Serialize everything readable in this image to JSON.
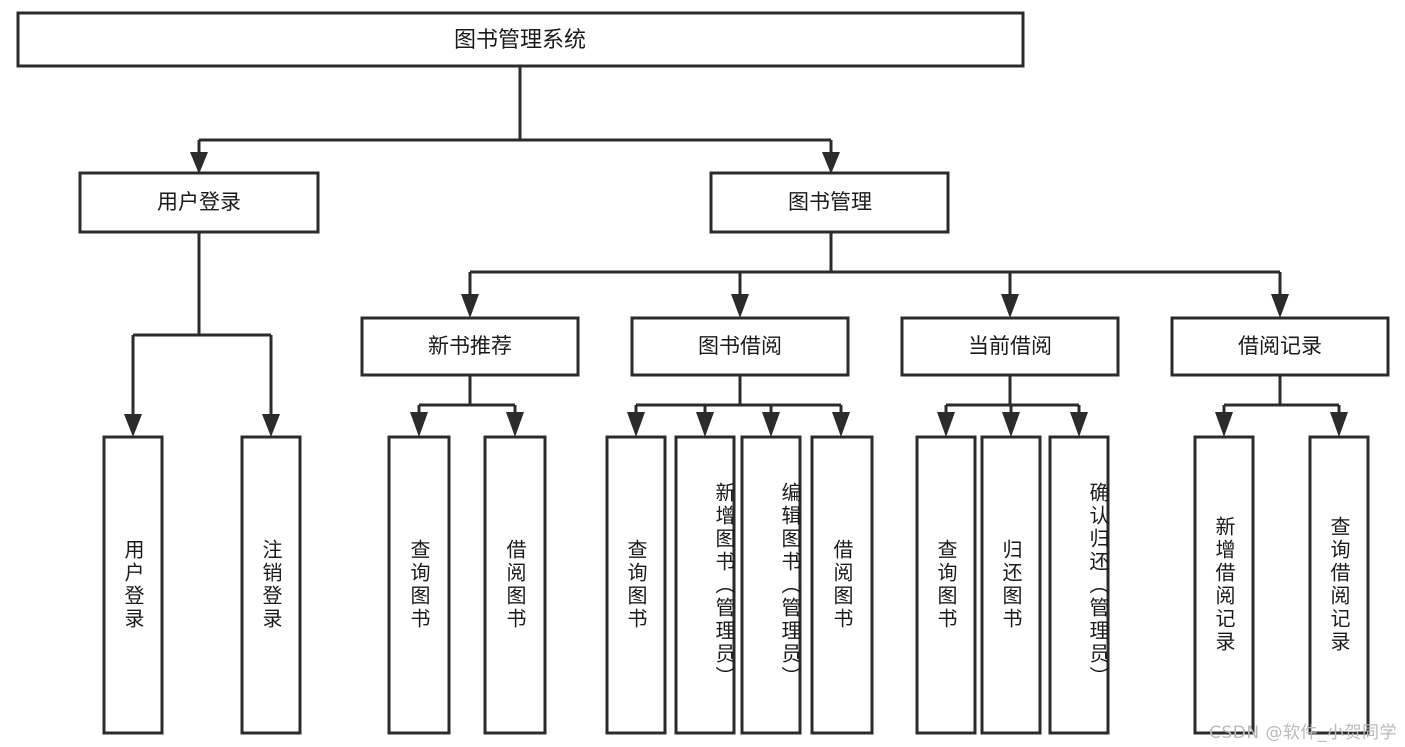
{
  "diagram": {
    "type": "tree-hierarchy",
    "title": "图书管理系统",
    "watermark": "CSDN @软件_小贺同学",
    "colors": {
      "background": "#ffffff",
      "box_fill": "#ffffff",
      "stroke": "#2b2b2b",
      "text": "#1a1a1a",
      "watermark": "#b9b9b9"
    },
    "root": {
      "label": "图书管理系统",
      "id": "root-system"
    },
    "level2": [
      {
        "id": "user-login",
        "label": "用户登录"
      },
      {
        "id": "book-management",
        "label": "图书管理"
      }
    ],
    "level3": [
      {
        "id": "new-book-recommend",
        "label": "新书推荐",
        "parent": "book-management"
      },
      {
        "id": "book-borrow",
        "label": "图书借阅",
        "parent": "book-management"
      },
      {
        "id": "current-borrow",
        "label": "当前借阅",
        "parent": "book-management"
      },
      {
        "id": "borrow-record",
        "label": "借阅记录",
        "parent": "book-management"
      }
    ],
    "leaves": {
      "user-login": [
        {
          "id": "leaf-user-login",
          "label": "用户登录"
        },
        {
          "id": "leaf-user-logout",
          "label": "注销登录"
        }
      ],
      "new-book-recommend": [
        {
          "id": "leaf-query-book-1",
          "label": "查询图书"
        },
        {
          "id": "leaf-borrow-book-1",
          "label": "借阅图书"
        }
      ],
      "book-borrow": [
        {
          "id": "leaf-query-book-2",
          "label": "查询图书"
        },
        {
          "id": "leaf-add-book",
          "label": "新增图书（管理员）"
        },
        {
          "id": "leaf-edit-book",
          "label": "编辑图书（管理员）"
        },
        {
          "id": "leaf-borrow-book-2",
          "label": "借阅图书"
        }
      ],
      "current-borrow": [
        {
          "id": "leaf-query-book-3",
          "label": "查询图书"
        },
        {
          "id": "leaf-return-book",
          "label": "归还图书"
        },
        {
          "id": "leaf-confirm-return",
          "label": "确认归还（管理员）"
        }
      ],
      "borrow-record": [
        {
          "id": "leaf-add-record",
          "label": "新增借阅记录"
        },
        {
          "id": "leaf-query-record",
          "label": "查询借阅记录"
        }
      ]
    }
  }
}
